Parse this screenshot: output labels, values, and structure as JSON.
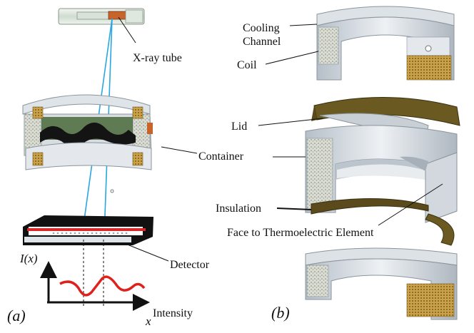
{
  "panel_a": {
    "tag": "(a)",
    "labels": {
      "xray_tube": "X-ray tube",
      "detector": "Detector",
      "intensity": "Intensity",
      "y_axis": "I(x)",
      "x_axis": "x"
    }
  },
  "panel_b": {
    "tag": "(b)",
    "labels": {
      "cooling_1": "Cooling",
      "cooling_2": "Channel",
      "coil": "Coil",
      "lid": "Lid",
      "container": "Container",
      "insulation": "Insulation",
      "face": "Face to Thermoelectric Element"
    }
  },
  "colors": {
    "metal_light": "#e2e7ec",
    "metal_mid": "#c4ccd4",
    "metal_dark": "#9aa4ad",
    "coil_gold": "#c9a24a",
    "insulation_brown": "#5a4a1c",
    "xray_beam": "#2aa6e0",
    "wave_red": "#e0201c",
    "tube_anode": "#c8642a",
    "detector_red": "#d8282a"
  }
}
